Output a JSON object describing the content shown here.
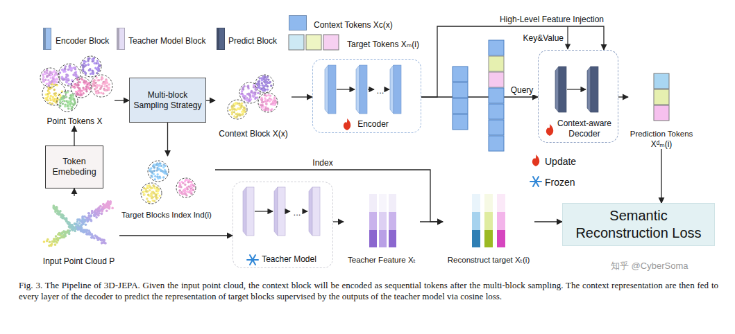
{
  "diagram": {
    "caption": "Fig. 3. The Pipeline of 3D-JEPA. Given the input point cloud, the context block will be encoded as sequential tokens after the multi-block sampling. The context representation are then fed to every layer of the decoder to predict the representation of target blocks supervised by the outputs of the teacher model via cosine loss.",
    "nodes": [
      {
        "text": [
          "Point Tokens X"
        ]
      },
      {
        "text": [
          "Multi-block Sampling Strategy"
        ]
      },
      {
        "text": [
          "Context Block X(x)"
        ]
      },
      {
        "text": [
          "Encoder"
        ]
      },
      {
        "text": [
          "Context-aware Decoder"
        ]
      },
      {
        "text": [
          "Prediction Tokens",
          "Xᵈₘ(i)"
        ]
      },
      {
        "text": [
          "Token Emebeding"
        ]
      },
      {
        "text": [
          "Target Blocks Index Ind(i)"
        ]
      },
      {
        "text": [
          "Semantic Reconstruction Loss"
        ]
      },
      {
        "text": [
          "Input Point Cloud P"
        ]
      },
      {
        "text": [
          "Teacher Model"
        ]
      },
      {
        "text": [
          "Teacher Feature Xₜ"
        ]
      },
      {
        "text": [
          "Reconstruct target Xₜ(i)"
        ]
      }
    ],
    "edges": [
      {
        "from": 9,
        "to": 6,
        "arrow": "to"
      },
      {
        "from": 6,
        "to": 0,
        "arrow": "to"
      },
      {
        "from": 0,
        "to": 1,
        "arrow": "to"
      },
      {
        "from": 1,
        "to": 2,
        "arrow": "to"
      },
      {
        "from": 1,
        "to": 7,
        "arrow": "to"
      },
      {
        "from": 2,
        "to": 3,
        "arrow": "to"
      },
      {
        "from": 3,
        "to": 4,
        "label": "Query",
        "arrow": "to"
      },
      {
        "from": 3,
        "to": 4,
        "label": "High-Level Feature Injection",
        "arrow": "to"
      },
      {
        "from": 4,
        "to": 5,
        "arrow": "to"
      },
      {
        "from": 5,
        "to": 8,
        "arrow": "to"
      },
      {
        "from": 9,
        "to": 10,
        "arrow": "to"
      },
      {
        "from": 7,
        "to": 12,
        "label": "Index",
        "arrow": "to"
      },
      {
        "from": 10,
        "to": 11,
        "arrow": "to"
      },
      {
        "from": 11,
        "to": 12,
        "arrow": "to"
      },
      {
        "from": 12,
        "to": 8,
        "arrow": "to"
      }
    ],
    "labels": [
      "...",
      "...",
      "Key&Value",
      "知乎 @CyberSoma"
    ],
    "legend": [
      {
        "text": "Encoder Block",
        "color": "#9dc0ee"
      },
      {
        "text": "Teacher Model Block",
        "color": "#e4ddf5"
      },
      {
        "text": "Predict Block",
        "color": "#56668a"
      },
      {
        "text": "Context Tokens Xc(x)",
        "color": "#8fb9ee"
      },
      {
        "text": "Target Tokens Xₘ(i)"
      },
      {
        "text": "Update"
      },
      {
        "text": "Frozen"
      }
    ]
  }
}
